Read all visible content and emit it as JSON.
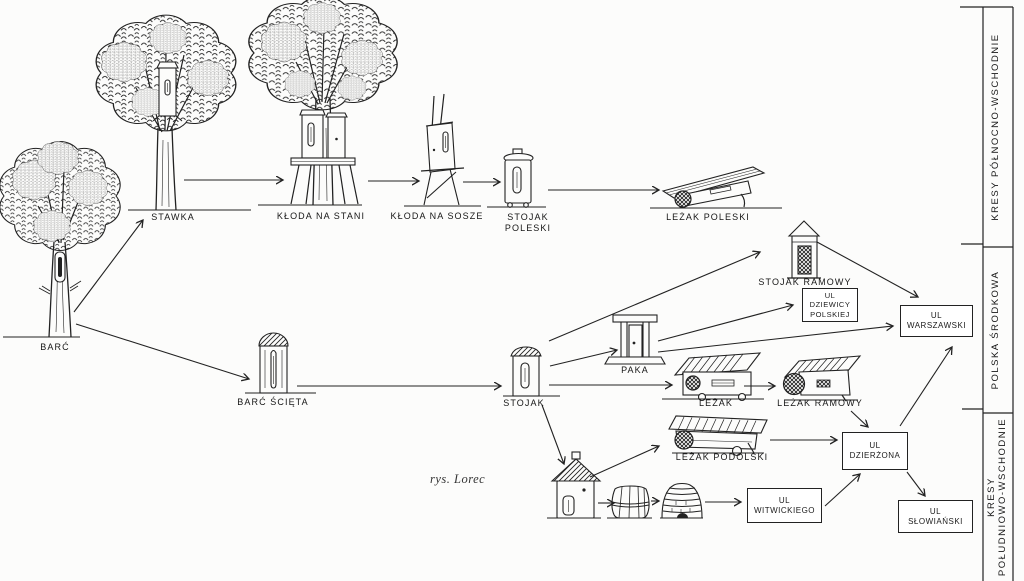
{
  "figure": {
    "title_implicit": "Evolution of beehive types (hand-drawn diagram)",
    "credit": "rys. Lorec"
  },
  "regions": {
    "northeast": "KRESY PÓŁNOCNO-WSCHODNIE",
    "central": "POLSKA ŚRODKOWA",
    "southeast": "KRESY\nPOŁUDNIOWO-WSCHODNIE"
  },
  "labels": {
    "barc": "BARĆ",
    "stawka": "STAWKA",
    "kloda_na_stani": "KŁODA NA STANI",
    "kloda_na_sosze": "KŁODA NA SOSZE",
    "stojak_poleski": "STOJAK\nPOLESKI",
    "lezak_poleski": "LEŻAK POLESKI",
    "barc_scieta": "BARĆ ŚCIĘTA",
    "stojak": "STOJAK",
    "paka": "PAKA",
    "stojak_ramowy": "STOJAK RAMOWY",
    "lezak": "LEŻAK",
    "lezak_ramowy": "LEŻAK RAMOWY",
    "lezak_podolski": "LEŻAK PODOLSKI"
  },
  "boxes": {
    "ul_dziewicy_polskiej": "UL\nDZIEWICY\nPOLSKIEJ",
    "ul_warszawski": "UL\nWARSZAWSKI",
    "ul_dzierzona": "UL\nDZIERŻONA",
    "ul_witwickiego": "UL\nWITWICKIEGO",
    "ul_slowianski": "UL\nSŁOWIAŃSKI"
  },
  "edges": [
    {
      "from": "barc",
      "to": "stawka"
    },
    {
      "from": "barc",
      "to": "barc_scieta"
    },
    {
      "from": "stawka",
      "to": "kloda_na_stani"
    },
    {
      "from": "kloda_na_stani",
      "to": "kloda_na_sosze"
    },
    {
      "from": "kloda_na_sosze",
      "to": "stojak_poleski"
    },
    {
      "from": "stojak_poleski",
      "to": "lezak_poleski"
    },
    {
      "from": "barc_scieta",
      "to": "stojak"
    },
    {
      "from": "stojak",
      "to": "stojak_ramowy"
    },
    {
      "from": "stojak",
      "to": "paka"
    },
    {
      "from": "stojak",
      "to": "lezak"
    },
    {
      "from": "stojak",
      "to": "unlabeled_tower_hive"
    },
    {
      "from": "paka",
      "to": "ul_dziewicy_polskiej"
    },
    {
      "from": "paka",
      "to": "ul_warszawski"
    },
    {
      "from": "stojak_ramowy",
      "to": "ul_warszawski"
    },
    {
      "from": "lezak",
      "to": "lezak_ramowy"
    },
    {
      "from": "lezak_ramowy",
      "to": "ul_dzierzona"
    },
    {
      "from": "ul_dzierzona",
      "to": "ul_warszawski"
    },
    {
      "from": "unlabeled_tower_hive",
      "to": "lezak_podolski"
    },
    {
      "from": "unlabeled_tower_hive",
      "to": "unlabeled_barrel_hive"
    },
    {
      "from": "unlabeled_barrel_hive",
      "to": "unlabeled_skep_hive"
    },
    {
      "from": "unlabeled_skep_hive",
      "to": "ul_witwickiego"
    },
    {
      "from": "lezak_podolski",
      "to": "ul_dzierzona"
    },
    {
      "from": "ul_witwickiego",
      "to": "ul_dzierzona"
    },
    {
      "from": "ul_dzierzona",
      "to": "ul_slowianski"
    }
  ],
  "colors": {
    "ink": "#222222",
    "paper": "#fcfcfb"
  }
}
